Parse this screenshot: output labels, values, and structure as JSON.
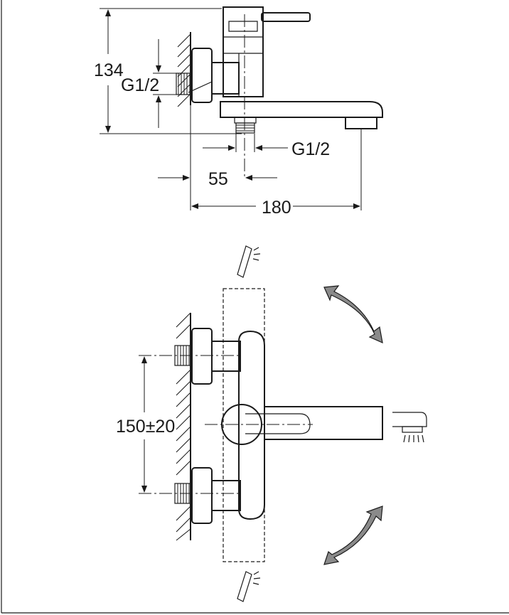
{
  "dimensions": {
    "height_top": "134",
    "inlet_thread": "G1/2",
    "outlet_thread": "G1/2",
    "wall_to_outlet": "55",
    "spout_reach": "180",
    "inlet_spacing": "150±20"
  },
  "colors": {
    "line": "#1a1a1a",
    "arrow_fill": "#8a8a8a",
    "background": "#ffffff"
  },
  "icons": [
    "hand-shower-icon",
    "rotation-arrow-icon",
    "spout-spray-icon"
  ]
}
